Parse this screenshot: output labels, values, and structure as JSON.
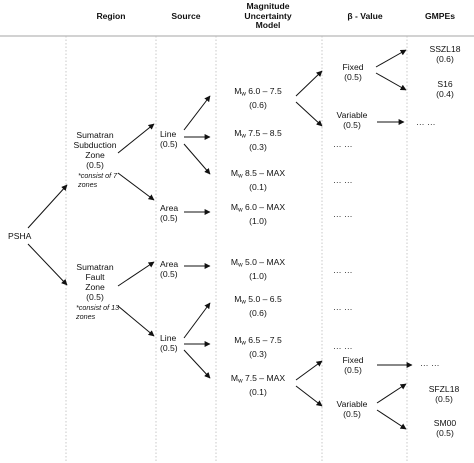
{
  "headers": {
    "region": "Region",
    "source": "Source",
    "magnitude_line1": "Magnitude",
    "magnitude_line2": "Uncertainty",
    "magnitude_line3": "Model",
    "beta": "β - Value",
    "gmpes": "GMPEs"
  },
  "root": {
    "label": "PSHA"
  },
  "regions": {
    "subduction": {
      "line1": "Sumatran",
      "line2": "Subduction",
      "line3": "Zone",
      "weight": "(0.5)",
      "note_line1": "*consist of 7",
      "note_line2": "zones"
    },
    "fault": {
      "line1": "Sumatran",
      "line2": "Fault",
      "line3": "Zone",
      "weight": "(0.5)",
      "note_line1": "*consist of 13",
      "note_line2": "zones"
    }
  },
  "sources": {
    "sub_line": {
      "name": "Line",
      "weight": "(0.5)"
    },
    "sub_area": {
      "name": "Area",
      "weight": "(0.5)"
    },
    "fault_area": {
      "name": "Area",
      "weight": "(0.5)"
    },
    "fault_line": {
      "name": "Line",
      "weight": "(0.5)"
    }
  },
  "magnitude_symbol": "M",
  "magnitude_subscript": "w",
  "magnitudes": {
    "m1": {
      "range": "6.0 – 7.5",
      "weight": "(0.6)"
    },
    "m2": {
      "range": "7.5 – 8.5",
      "weight": "(0.3)"
    },
    "m3": {
      "range": "8.5 – MAX",
      "weight": "(0.1)"
    },
    "m4": {
      "range": "6.0 – MAX",
      "weight": "(1.0)"
    },
    "m5": {
      "range": "5.0 – MAX",
      "weight": "(1.0)"
    },
    "m6": {
      "range": "5.0 – 6.5",
      "weight": "(0.6)"
    },
    "m7": {
      "range": "6.5 – 7.5",
      "weight": "(0.3)"
    },
    "m8": {
      "range": "7.5 – MAX",
      "weight": "(0.1)"
    }
  },
  "beta": {
    "top_fixed": {
      "label": "Fixed",
      "weight": "(0.5)"
    },
    "top_variable": {
      "label": "Variable",
      "weight": "(0.5)"
    },
    "bottom_fixed": {
      "label": "Fixed",
      "weight": "(0.5)"
    },
    "bottom_variable": {
      "label": "Variable",
      "weight": "(0.5)"
    }
  },
  "gmpes": {
    "g1": {
      "name": "SSZL18",
      "weight": "(0.6)"
    },
    "g2": {
      "name": "S16",
      "weight": "(0.4)"
    },
    "g3": {
      "name": "SFZL18",
      "weight": "(0.5)"
    },
    "g4": {
      "name": "SM00",
      "weight": "(0.5)"
    }
  },
  "ellipsis": "… …"
}
